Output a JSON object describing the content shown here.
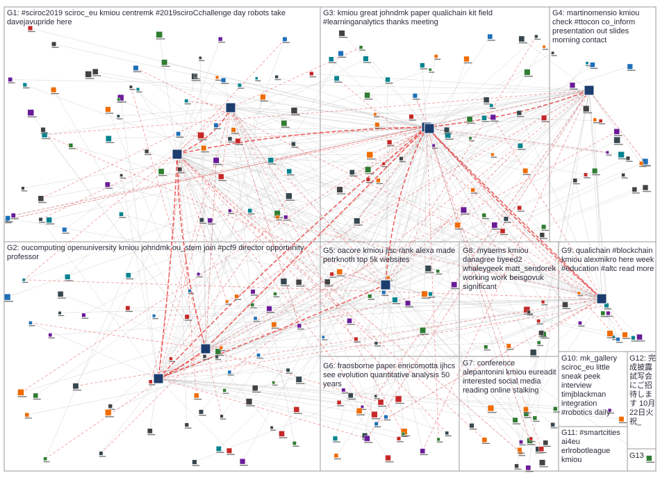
{
  "groups": [
    {
      "id": "G1",
      "label": "G1: #sciroc2019 sciroc_eu kmiou centremk #2019sciroCchallenge day robots take davejavupride here"
    },
    {
      "id": "G2",
      "label": "G2: oucomputing openuniversity kmiou johndmk ou_stem join #pcf9 director opportunity professor"
    },
    {
      "id": "G3",
      "label": "G3: kmiou great johndmk paper qualichain kit field #learninganalytics thanks meeting"
    },
    {
      "id": "G4",
      "label": "G4: martinomensio kmiou check #ttocon co_inform presentation out slides morning contact"
    },
    {
      "id": "G5",
      "label": "G5: oacore kmiou jisc rank alexa made petrknoth top 5k websites"
    },
    {
      "id": "G6",
      "label": "G6: fraosborne paper enricomotta ijhcs see evolution quantitative analysis 50 years"
    },
    {
      "id": "G7",
      "label": "G7: conference alepantonini kmiou eureadit interested social media reading online stalking"
    },
    {
      "id": "G8",
      "label": "G8: myaems kmiou danagree byeed2 whaleygeek matt_sendorek working work beisgovuk significant"
    },
    {
      "id": "G9",
      "label": "G9: qualichain #blockchain kmiou alexmikro here week #education #altc read more"
    },
    {
      "id": "G10",
      "label": "G10: mk_gallery sciroc_eu little sneak peek interview timjblackman integration #robotics daily"
    },
    {
      "id": "G11",
      "label": "G11: #smartcities ai4eu erlrobotleague kmiou"
    },
    {
      "id": "G12",
      "label": "G12: 完成披露試写会にご招待します 10月22日火 祝_"
    },
    {
      "id": "G13",
      "label": "G13"
    }
  ],
  "colors": {
    "edge_strong": "#e83a3a",
    "edge_weak": "#b8b8b8",
    "box_border": "#9a9a9a",
    "label_text": "#2a2a3a"
  }
}
